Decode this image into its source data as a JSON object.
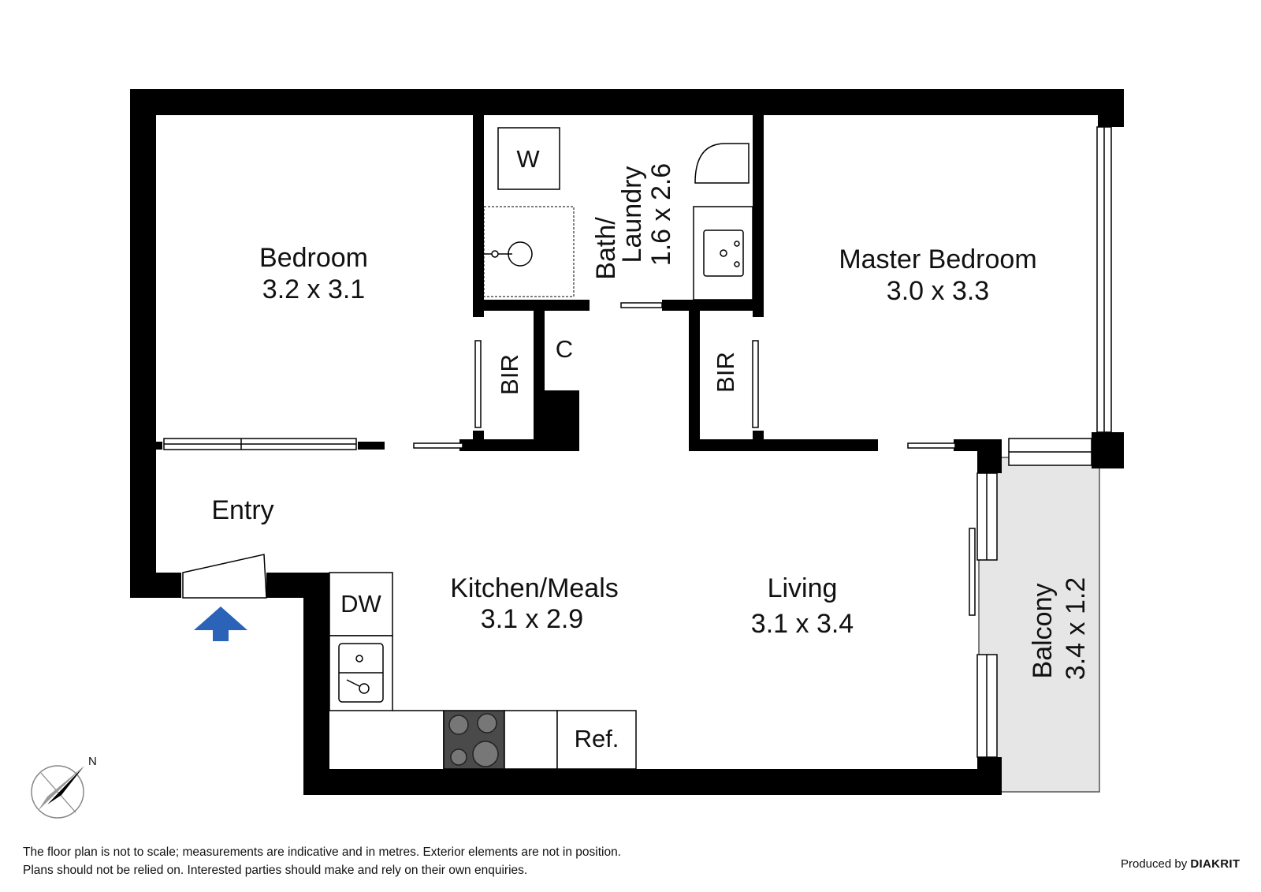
{
  "rooms": {
    "bedroom": {
      "name": "Bedroom",
      "size": "3.2 x 3.1"
    },
    "bath": {
      "name": "Bath/",
      "name2": "Laundry",
      "size": "1.6 x 2.6"
    },
    "master": {
      "name": "Master Bedroom",
      "size": "3.0 x 3.3"
    },
    "entry": {
      "name": "Entry"
    },
    "kitchen": {
      "name": "Kitchen/Meals",
      "size": "3.1 x 2.9"
    },
    "living": {
      "name": "Living",
      "size": "3.1 x 3.4"
    },
    "balcony": {
      "name": "Balcony",
      "size": "3.4 x 1.2"
    }
  },
  "fixtures": {
    "washer": "W",
    "cupboard": "C",
    "bir_left": "BIR",
    "bir_right": "BIR",
    "dishwasher": "DW",
    "fridge": "Ref."
  },
  "compass": {
    "north": "N"
  },
  "footer": {
    "disclaimer_line1": "The floor plan is not to scale; measurements are indicative and in metres. Exterior elements are not in position.",
    "disclaimer_line2": "Plans should not be relied on. Interested parties should make and rely on their own enquiries.",
    "produced_by": "Produced by",
    "brand": "DIAKRIT"
  },
  "colors": {
    "wall": "#000000",
    "balcony_fill": "#e6e6e6",
    "entry_arrow": "#2b63b8",
    "cooktop": "#4a4a4a"
  }
}
